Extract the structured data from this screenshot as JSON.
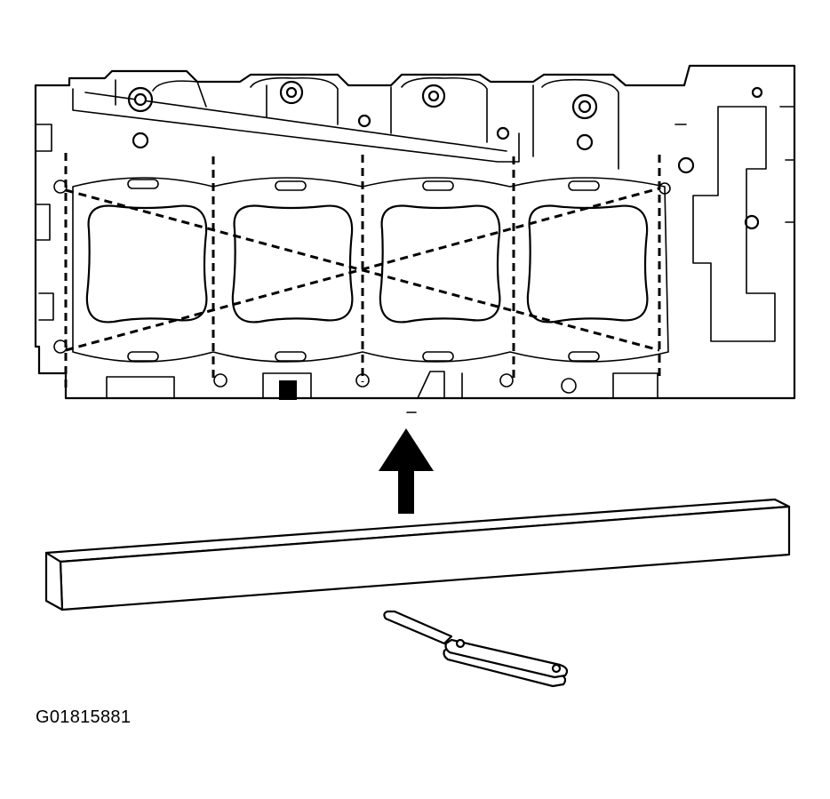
{
  "figure": {
    "id": "G01815881"
  },
  "colors": {
    "ink": "#000000",
    "background": "#ffffff"
  },
  "parts": {
    "cylinder_head": "cylinder-head-gasket-surface",
    "measurement_pattern": "dashed-straightedge-check-lines",
    "arrow": "up-arrow",
    "straightedge": "straightedge-bar",
    "feeler_gauge": "feeler-gauge"
  }
}
